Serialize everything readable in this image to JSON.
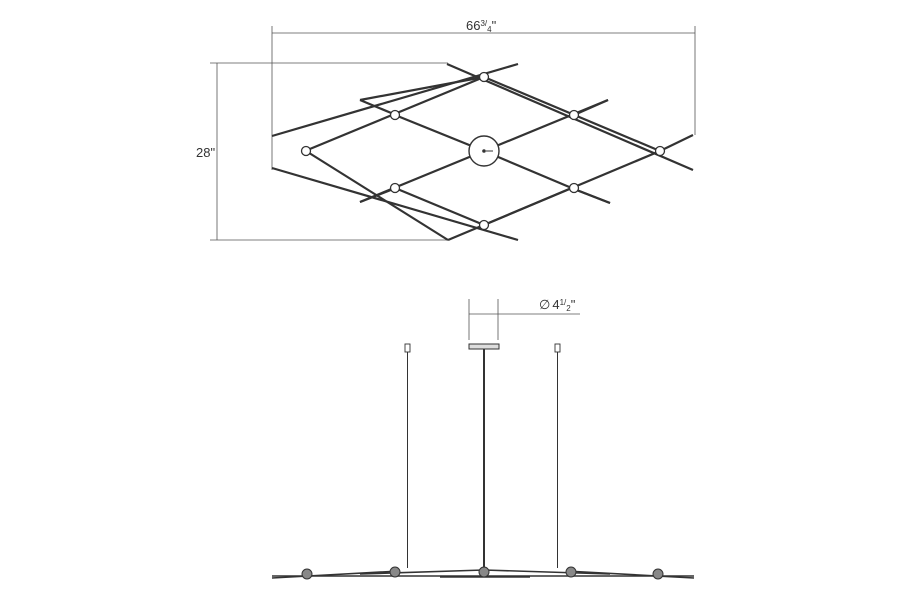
{
  "dimensions": {
    "width": {
      "whole": "66",
      "num": "3",
      "den": "4",
      "unit": "\""
    },
    "height": {
      "label": "28\""
    },
    "canopy": {
      "symbol": "∅",
      "whole": "4",
      "num": "1",
      "den": "2",
      "unit": "\""
    }
  },
  "colors": {
    "line": "#333333",
    "dim_line": "#555555",
    "background": "#ffffff"
  }
}
